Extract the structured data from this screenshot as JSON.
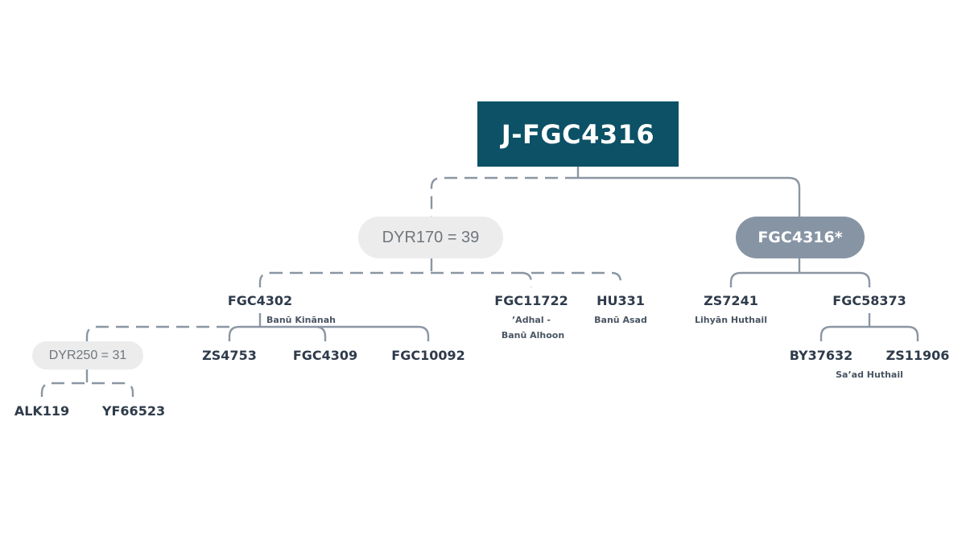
{
  "root": {
    "label": "J-FGC4316",
    "color": "#0c5166"
  },
  "branches": {
    "dyr170": {
      "label": "DYR170 = 39"
    },
    "fgc4316_star": {
      "label": "FGC4316*"
    },
    "dyr250": {
      "label": "DYR250 = 31"
    }
  },
  "nodes": {
    "fgc4302": {
      "label": "FGC4302",
      "sub": "Banū Kinānah"
    },
    "fgc11722": {
      "label": "FGC11722",
      "sub1": "’Adhal -",
      "sub2": "Banū Alhoon"
    },
    "hu331": {
      "label": "HU331",
      "sub": "Banū Asad"
    },
    "zs7241": {
      "label": "ZS7241",
      "sub": "Lihyān Huthail"
    },
    "fgc58373": {
      "label": "FGC58373"
    },
    "zs4753": {
      "label": "ZS4753"
    },
    "fgc4309": {
      "label": "FGC4309"
    },
    "fgc10092": {
      "label": "FGC10092"
    },
    "alk119": {
      "label": "ALK119"
    },
    "yf66523": {
      "label": "YF66523"
    },
    "by37632": {
      "label": "BY37632",
      "sub": "Sa’ad Huthail"
    },
    "zs11906": {
      "label": "ZS11906"
    }
  },
  "colors": {
    "line": "#8a96a3",
    "node_text": "#2f3b4b",
    "pill_light": "#ececec",
    "pill_dark": "#8794a4"
  }
}
